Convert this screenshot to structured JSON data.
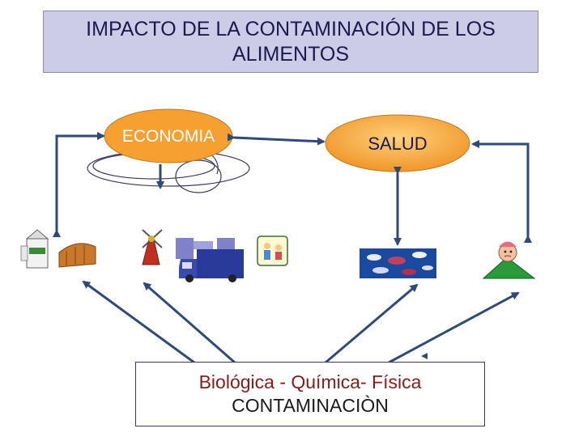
{
  "title": "IMPACTO DE LA CONTAMINACIÓN DE LOS ALIMENTOS",
  "nodes": {
    "economia": "ECONOMIA",
    "salud": "SALUD"
  },
  "bottom": {
    "line1": "Biológica - Química- Física",
    "line2": "CONTAMINACIÒN"
  },
  "colors": {
    "title_bg": "#cccce6",
    "oval_fill": "#f5a030",
    "arrow": "#2f4a7a",
    "bottom_line1": "#8a1a1a"
  },
  "icons": [
    "milk-carton-icon",
    "bread-icon",
    "windmill-icon",
    "truck-icon",
    "family-icon",
    "pills-icon",
    "sick-person-icon"
  ]
}
